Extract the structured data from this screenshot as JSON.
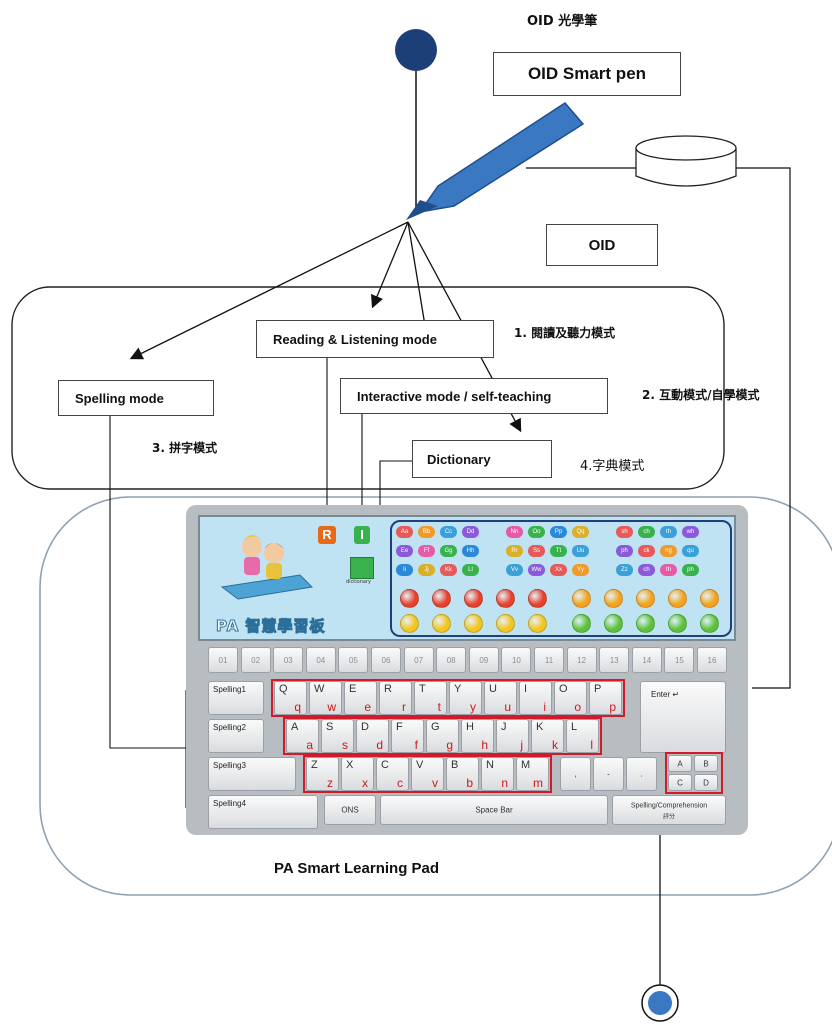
{
  "top_caption": "OID 光學筆",
  "pen_label": "OID Smart pen",
  "oid_label": "OID",
  "modes": {
    "reading": "Reading & Listening mode",
    "spelling": "Spelling mode",
    "interactive": "Interactive mode / self-teaching",
    "dictionary": "Dictionary"
  },
  "captions": {
    "reading": "1. 閱讀及聽力模式",
    "interactive": "2. 互動模式/自學模式",
    "spelling": "3. 拼字模式",
    "dictionary": "4.字典模式"
  },
  "device_title": "PA Smart Learning Pad",
  "screen": {
    "brand": "PA 智慧學習板",
    "icon_r": "R",
    "icon_i": "I",
    "dictionary_tag": "dictionary",
    "phonics_pills": [
      [
        "Aa",
        "Bb",
        "Cc",
        "Dd",
        "Nn",
        "Oo",
        "Pp",
        "Qq",
        "sh",
        "ch",
        "th",
        "wh"
      ],
      [
        "Ee",
        "Ff",
        "Gg",
        "Hh",
        "Rr",
        "Ss",
        "Tt",
        "Uu",
        "ph",
        "ck",
        "ng",
        "qu"
      ],
      [
        "Ii",
        "Jj",
        "Kk",
        "Ll",
        "Vv",
        "Ww",
        "Xx",
        "Yy",
        "Zz",
        "ch",
        "th",
        "ph"
      ]
    ]
  },
  "keyboard": {
    "fn_keys": [
      "01",
      "02",
      "03",
      "04",
      "05",
      "06",
      "07",
      "08",
      "09",
      "10",
      "11",
      "12",
      "13",
      "14",
      "15",
      "16"
    ],
    "row1_side": "Spelling1",
    "row2_side": "Spelling2",
    "row3_side": "Spelling3",
    "row4_side": "Spelling4",
    "row1": [
      [
        "Q",
        "q"
      ],
      [
        "W",
        "w"
      ],
      [
        "E",
        "e"
      ],
      [
        "R",
        "r"
      ],
      [
        "T",
        "t"
      ],
      [
        "Y",
        "y"
      ],
      [
        "U",
        "u"
      ],
      [
        "I",
        "i"
      ],
      [
        "O",
        "o"
      ],
      [
        "P",
        "p"
      ]
    ],
    "row2": [
      [
        "A",
        "a"
      ],
      [
        "S",
        "s"
      ],
      [
        "D",
        "d"
      ],
      [
        "F",
        "f"
      ],
      [
        "G",
        "g"
      ],
      [
        "H",
        "h"
      ],
      [
        "J",
        "j"
      ],
      [
        "K",
        "k"
      ],
      [
        "L",
        "l"
      ]
    ],
    "row3": [
      [
        "Z",
        "z"
      ],
      [
        "X",
        "x"
      ],
      [
        "C",
        "c"
      ],
      [
        "V",
        "v"
      ],
      [
        "B",
        "b"
      ],
      [
        "N",
        "n"
      ],
      [
        "M",
        "m"
      ]
    ],
    "enter": "Enter ↵",
    "dot_keys": [
      ",",
      "-",
      "."
    ],
    "abcd": [
      "A",
      "B",
      "C",
      "D"
    ],
    "ons": "ONS",
    "space": "Space Bar",
    "compr": "Spelling/Comprehension",
    "compr_sub": "評分"
  },
  "colors": {
    "pen": "#3a78c2",
    "pen_dark": "#1e4f8c",
    "tip_circle": "#1c3f78",
    "highlight_red": "#d31a2a",
    "screen_bg": "#bfe3f2",
    "icon_r": "#e66a1a",
    "icon_i": "#37b24d"
  },
  "icons": [
    "pen-icon",
    "database-icon",
    "tip-circle-icon",
    "jack-icon",
    "children-mascot-icon"
  ]
}
